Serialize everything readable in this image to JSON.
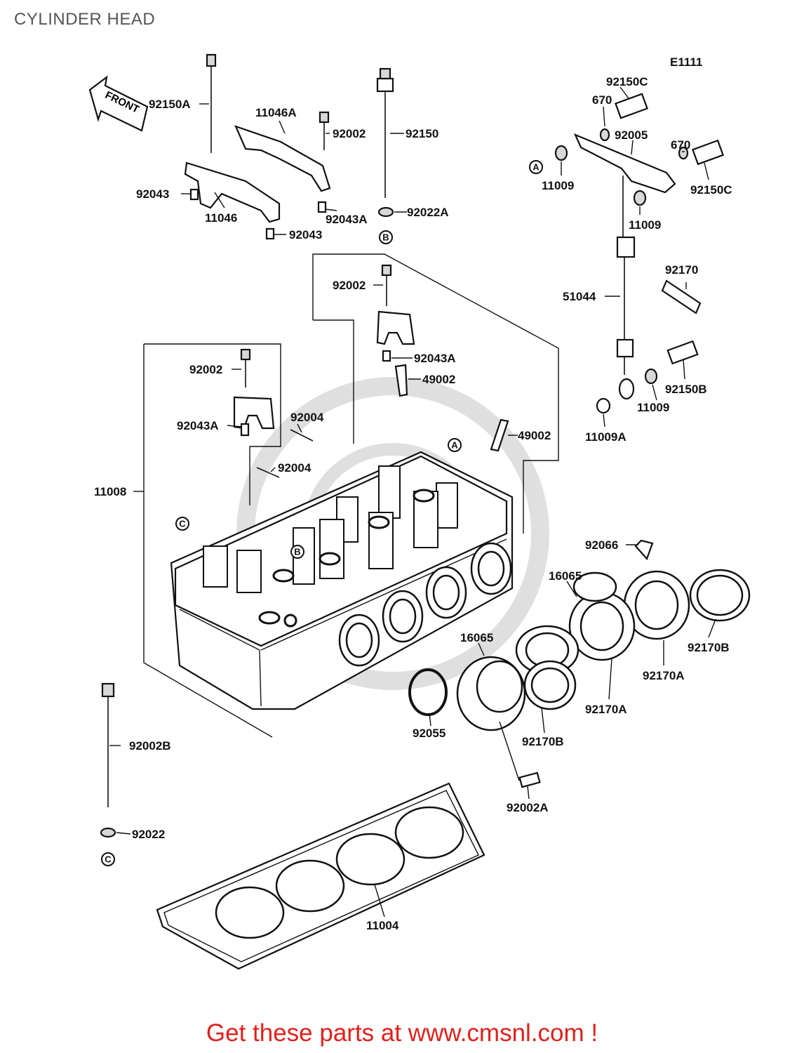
{
  "title": "CYLINDER HEAD",
  "diagram_code": "E1111",
  "front_label": "FRONT",
  "footer": "Get these parts at www.cmsnl.com !",
  "watermark": "cmsnl",
  "colors": {
    "footer_text": "#e0201c",
    "title_text": "#555555",
    "line": "#111111"
  },
  "parts": [
    "92150A",
    "11046A",
    "92002",
    "92150",
    "92043",
    "11046",
    "92043A",
    "92022A",
    "92043",
    "92150C",
    "670",
    "92005",
    "670",
    "11009",
    "92150C",
    "11009",
    "92002",
    "92043A",
    "49002",
    "92002",
    "92004",
    "92043A",
    "92004",
    "92170",
    "51044",
    "92150B",
    "11009",
    "11009A",
    "49002",
    "11008",
    "92066",
    "16065",
    "16065",
    "92170B",
    "92170A",
    "92170A",
    "92055",
    "92170B",
    "92002B",
    "92002A",
    "92022",
    "11004"
  ],
  "refs": [
    "A",
    "B",
    "A",
    "B",
    "C",
    "C"
  ]
}
